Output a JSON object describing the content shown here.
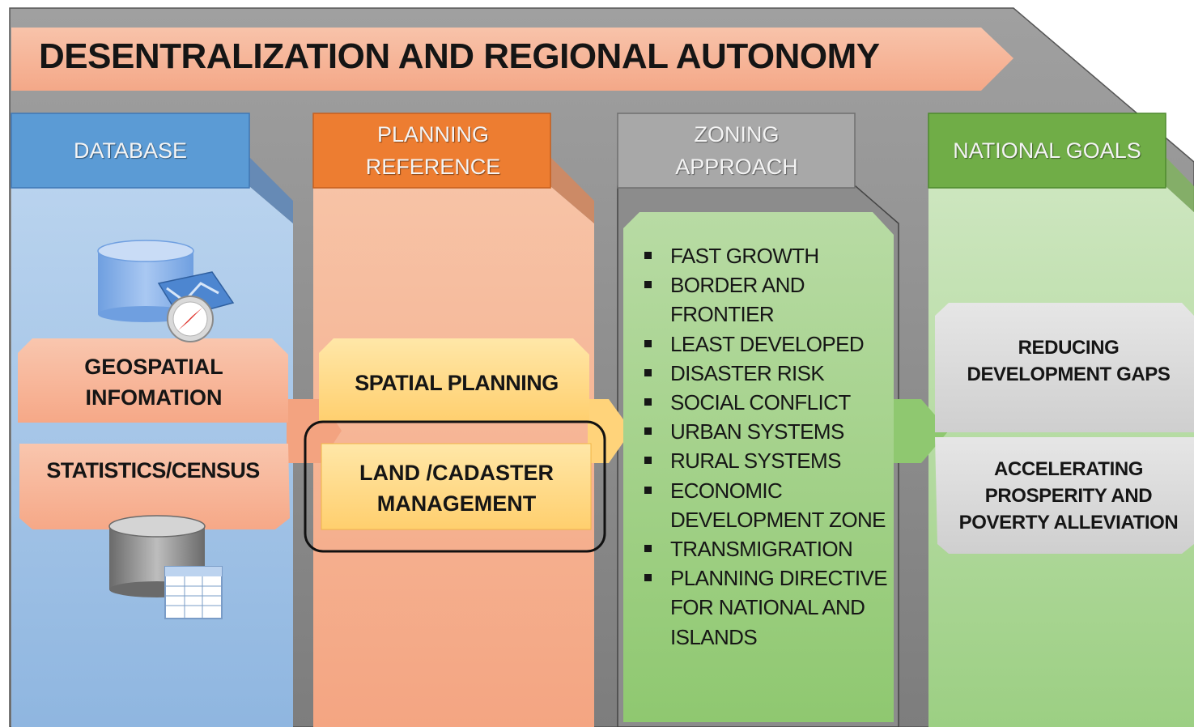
{
  "title": "DESENTRALIZATION AND REGIONAL AUTONOMY",
  "columns": {
    "database": {
      "header": "DATABASE",
      "items": [
        "GEOSPATIAL INFOMATION",
        "STATISTICS/CENSUS"
      ]
    },
    "planning": {
      "header": "PLANNING REFERENCE",
      "items": [
        "SPATIAL PLANNING",
        "LAND /CADASTER MANAGEMENT"
      ]
    },
    "zoning": {
      "header": "ZONING APPROACH",
      "items": [
        "FAST GROWTH",
        "BORDER AND FRONTIER",
        "LEAST DEVELOPED",
        "DISASTER RISK",
        "SOCIAL CONFLICT",
        "URBAN SYSTEMS",
        "RURAL SYSTEMS",
        "ECONOMIC DEVELOPMENT ZONE",
        "TRANSMIGRATION",
        "PLANNING DIRECTIVE FOR NATIONAL AND ISLANDS"
      ]
    },
    "goals": {
      "header": "NATIONAL GOALS",
      "items": [
        "REDUCING DEVELOPMENT GAPS",
        "ACCELERATING PROSPERITY AND POVERTY ALLEVIATION"
      ]
    }
  },
  "colors": {
    "frame_gray": "#8d8d8d",
    "banner": "#f6b497",
    "database_header": "#5b9bd5",
    "database_body": "#9dc3e6",
    "planning_header": "#ed7d31",
    "planning_body": "#f4b183",
    "zoning_header": "#a5a5a5",
    "zoning_body": "#a9d08e",
    "goals_header": "#70ad47",
    "goals_body": "#c5e0b4",
    "item_box_orange": "#f7b798",
    "item_box_yellow": "#ffd780",
    "goal_box": "#d9d9d9"
  },
  "icons": [
    "database-map-compass-icon",
    "database-table-icon"
  ]
}
